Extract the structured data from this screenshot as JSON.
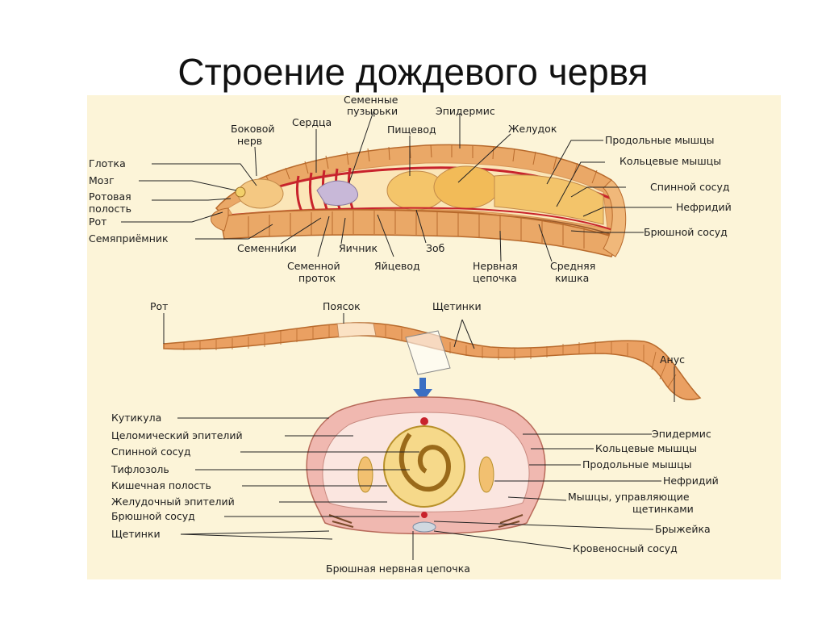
{
  "title": "Строение дождевого червя",
  "colors": {
    "panel_bg": "#fcf4d8",
    "body_wall": "#e9a060",
    "body_wall_dark": "#b86a2c",
    "gut": "#f3c46a",
    "blood_vessel": "#c8232c",
    "muscle_pink": "#f0b8b0",
    "arrow": "#3c6fc3"
  },
  "longitudinal_section": {
    "labels_left": [
      {
        "id": "glotka",
        "text": "Глотка"
      },
      {
        "id": "mozg",
        "text": "Мозг"
      },
      {
        "id": "rotovaya",
        "text": "Ротовая\nполость"
      },
      {
        "id": "rot",
        "text": "Рот"
      },
      {
        "id": "semyapriemnik",
        "text": "Семяприёмник"
      }
    ],
    "labels_top": [
      {
        "id": "bokovoy",
        "text": "Боковой\nнерв"
      },
      {
        "id": "serdtsa",
        "text": "Сердца"
      },
      {
        "id": "semennye_puzyrki",
        "text": "Семенные\nпузырьки"
      },
      {
        "id": "pishchevod",
        "text": "Пищевод"
      },
      {
        "id": "epidermis_top",
        "text": "Эпидермис"
      },
      {
        "id": "zheludok",
        "text": "Желудок"
      }
    ],
    "labels_right": [
      {
        "id": "prodolnye",
        "text": "Продольные мышцы"
      },
      {
        "id": "koltsevye",
        "text": "Кольцевые мышцы"
      },
      {
        "id": "spinnoy",
        "text": "Спинной сосуд"
      },
      {
        "id": "nefridiy",
        "text": "Нефридий"
      },
      {
        "id": "bryushnoy",
        "text": "Брюшной сосуд"
      }
    ],
    "labels_bottom": [
      {
        "id": "semenniki",
        "text": "Семенники"
      },
      {
        "id": "yaichnik",
        "text": "Яичник"
      },
      {
        "id": "zob",
        "text": "Зоб"
      },
      {
        "id": "semennoy_protok",
        "text": "Семенной\nпроток"
      },
      {
        "id": "yaytsevod",
        "text": "Яйцевод"
      },
      {
        "id": "nervnaya",
        "text": "Нервная\nцепочка"
      },
      {
        "id": "srednyaya",
        "text": "Средняя\nкишка"
      }
    ]
  },
  "external_view": {
    "labels": [
      {
        "id": "rot_ext",
        "text": "Рот"
      },
      {
        "id": "poyasok",
        "text": "Поясок"
      },
      {
        "id": "shchetinki_ext",
        "text": "Щетинки"
      },
      {
        "id": "anus",
        "text": "Анус"
      }
    ]
  },
  "cross_section": {
    "labels_left": [
      {
        "id": "kutikula",
        "text": "Кутикула"
      },
      {
        "id": "tselomicheskiy",
        "text": "Целомический эпителий"
      },
      {
        "id": "spinnoy_cs",
        "text": "Спинной сосуд"
      },
      {
        "id": "tiflozol",
        "text": "Тифлозоль"
      },
      {
        "id": "kishechnaya",
        "text": "Кишечная полость"
      },
      {
        "id": "zheludochny",
        "text": "Желудочный эпителий"
      },
      {
        "id": "bryushnoy_cs",
        "text": "Брюшной сосуд"
      },
      {
        "id": "shchetinki_cs",
        "text": "Щетинки"
      }
    ],
    "labels_right": [
      {
        "id": "epidermis_cs",
        "text": "Эпидермис"
      },
      {
        "id": "koltsevye_cs",
        "text": "Кольцевые мышцы"
      },
      {
        "id": "prodolnye_cs",
        "text": "Продольные мышцы"
      },
      {
        "id": "nefridiy_cs",
        "text": "Нефридий"
      },
      {
        "id": "myshtsy_upr",
        "text": "Мышцы, управляющие\nщетинками"
      },
      {
        "id": "bryzheyka",
        "text": "Брыжейка"
      },
      {
        "id": "krovenosny",
        "text": "Кровеносный сосуд"
      }
    ],
    "labels_bottom": [
      {
        "id": "bryushnaya_nervnaya",
        "text": "Брюшная нервная цепочка"
      }
    ]
  }
}
